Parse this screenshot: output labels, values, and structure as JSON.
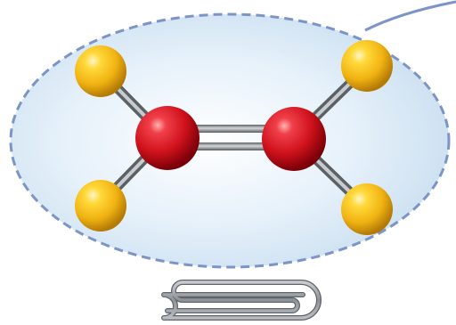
{
  "diagram": {
    "molecule": {
      "central_atoms": 2,
      "terminal_atoms": 4,
      "central_bond": "double",
      "terminal_bond": "single",
      "central_atom_color": "#e01820",
      "terminal_atom_color": "#f5c21b",
      "bond_color": "#8a8f94"
    },
    "region": {
      "shape": "ellipse",
      "fill": "#d8e9f7",
      "outline": "dashed",
      "outline_color": "#7c95c6"
    },
    "callout_line_color": "#7c95c6",
    "paperclip_color": "#9aa0a6"
  }
}
